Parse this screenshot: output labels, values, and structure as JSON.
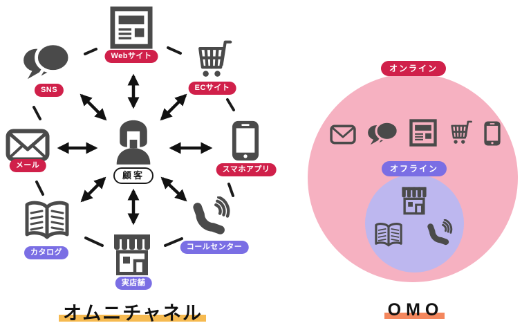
{
  "left": {
    "title": "オムニチャネル",
    "center": {
      "label": "顧客"
    },
    "channels": {
      "web": {
        "label": "Webサイト",
        "type": "online"
      },
      "ec": {
        "label": "ECサイト",
        "type": "online"
      },
      "app": {
        "label": "スマホアプリ",
        "type": "online"
      },
      "call": {
        "label": "コールセンター",
        "type": "offline"
      },
      "store": {
        "label": "実店舗",
        "type": "offline"
      },
      "catalog": {
        "label": "カタログ",
        "type": "offline"
      },
      "mail": {
        "label": "メール",
        "type": "online"
      },
      "sns": {
        "label": "SNS",
        "type": "online"
      }
    }
  },
  "right": {
    "title": "OMO",
    "online": {
      "label": "オンライン"
    },
    "offline": {
      "label": "オフライン"
    }
  },
  "colors": {
    "online_accent": "#d0204a",
    "offline_accent": "#7a6ee4",
    "online_area": "#f6b1c1",
    "offline_area": "#bdb7ef",
    "icon_gray": "#4a4a4a",
    "left_title_highlight": "#f6ba50",
    "right_title_highlight": "#f4875d"
  }
}
